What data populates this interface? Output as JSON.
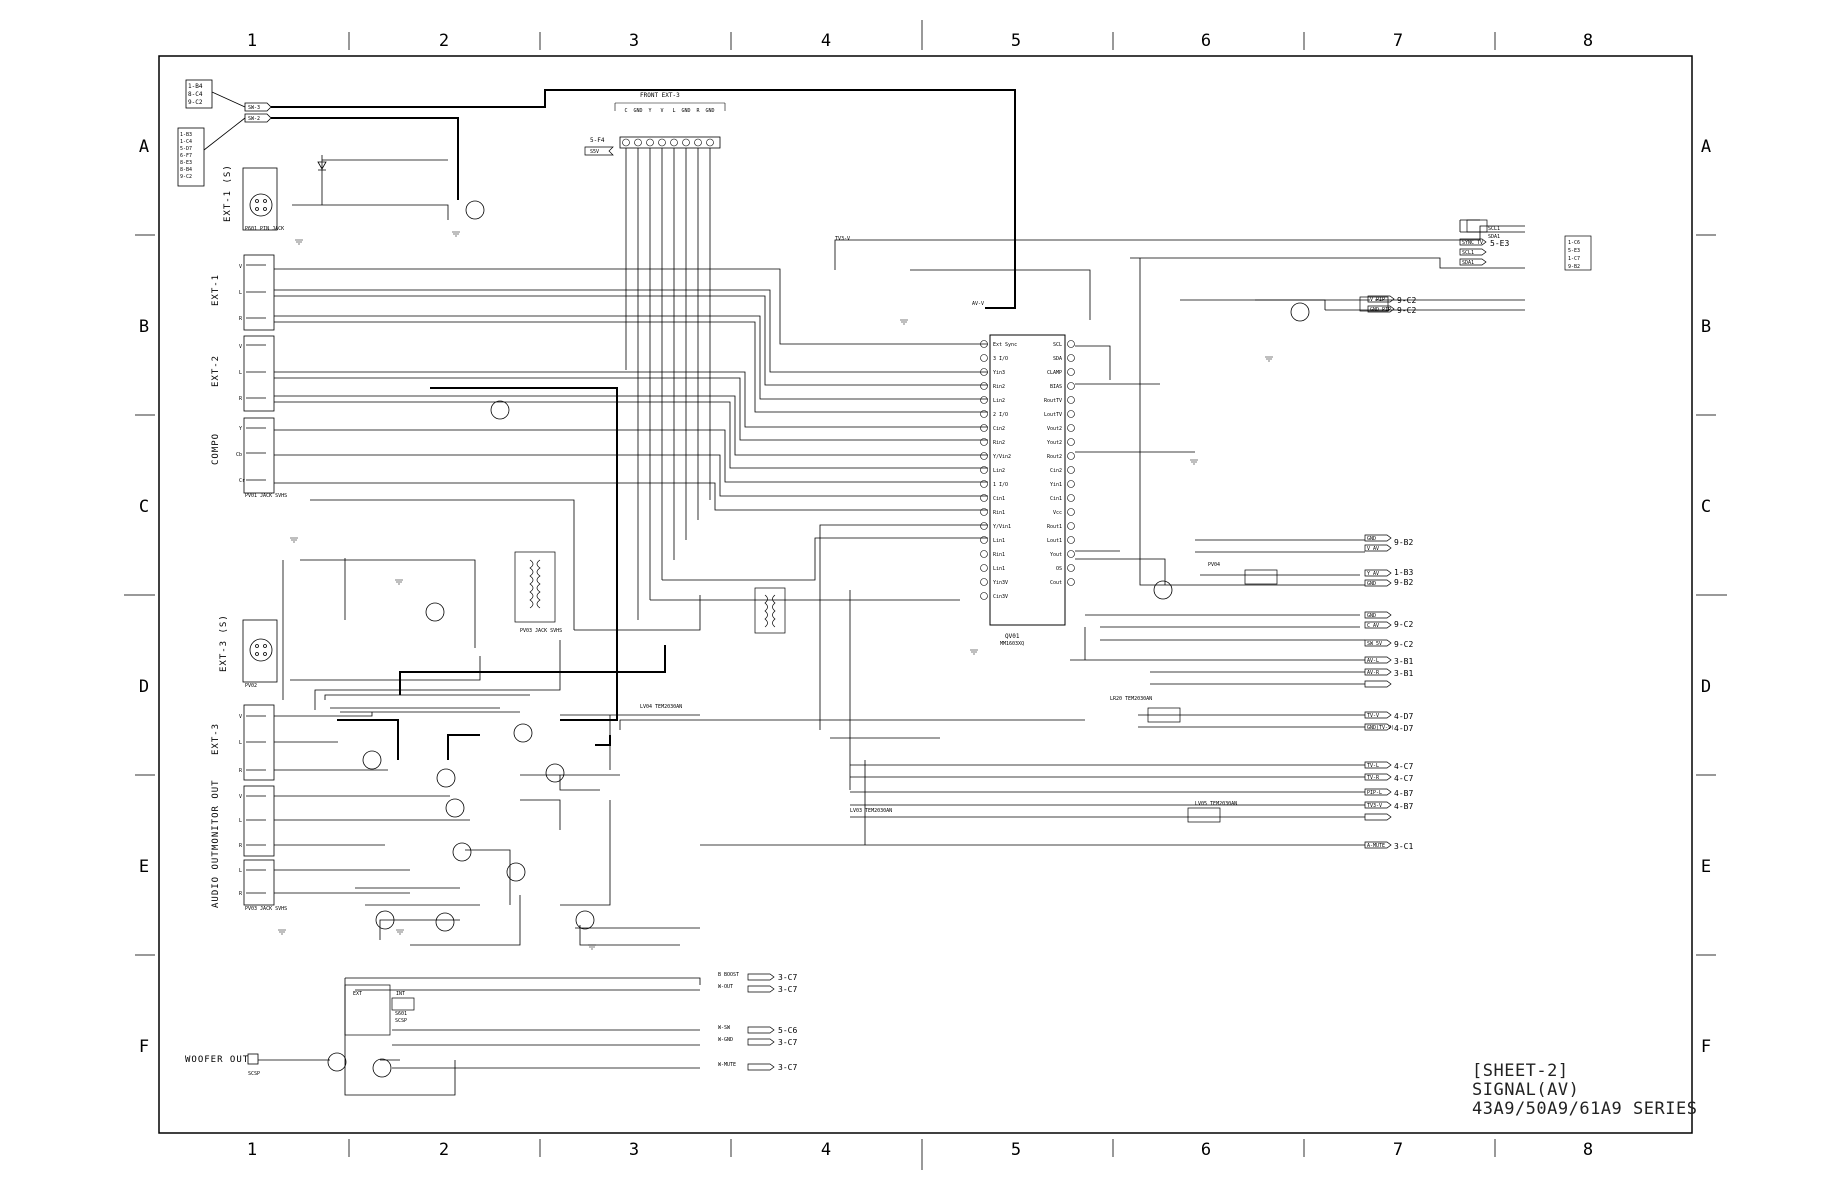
{
  "grid": {
    "columns": [
      "1",
      "2",
      "3",
      "4",
      "5",
      "6",
      "7",
      "8"
    ],
    "rows": [
      "A",
      "B",
      "C",
      "D",
      "E",
      "F"
    ]
  },
  "title_block": {
    "sheet": "[SHEET-2]",
    "name": "SIGNAL(AV)",
    "series": "43A9/50A9/61A9 SERIES"
  },
  "connectors": {
    "ext1s": "EXT-1 (S)",
    "ext1": "EXT-1",
    "ext2": "EXT-2",
    "compo": "COMPO",
    "ext3s": "EXT-3 (S)",
    "ext3": "EXT-3",
    "monitor_out": "MONITOR OUT",
    "audio_out": "AUDIO OUT",
    "woofer_out": "WOOFER OUT",
    "front_ext3": "FRONT EXT-3"
  },
  "front_pins": [
    "C",
    "GND",
    "Y",
    "V",
    "L",
    "GND",
    "R",
    "GND"
  ],
  "top_refs": {
    "box1": [
      "1-B4",
      "8-C4",
      "9-C2"
    ],
    "box2": [
      "1-B3",
      "1-C4",
      "5-D7",
      "6-F7",
      "8-E3",
      "8-B4",
      "9-C2"
    ],
    "f4": "5-F4",
    "sw3": "SW-3",
    "sw2": "SW-2",
    "s5v": "S5V"
  },
  "ic": {
    "name": "QV01",
    "part": "MM1603XQ",
    "left_pins": [
      "Ext Sync",
      "3 I/O",
      "Yin3",
      "Rin2",
      "Lin2",
      "2 I/O",
      "Cin2",
      "Rin2",
      "Y/Vin2",
      "Lin2",
      "1 I/O",
      "Cin1",
      "Rin1",
      "Y/Vin1",
      "Lin1",
      "Rin1",
      "Lin1",
      "Yin3V",
      "Cin3V"
    ],
    "right_pins": [
      "SCL",
      "SDA",
      "CLAMP",
      "BIAS",
      "RoutTV",
      "LoutTV",
      "Vout2",
      "Yout2",
      "Rout2",
      "Cin2",
      "Yin1",
      "Cin1",
      "Vcc",
      "Rout1",
      "Lout1",
      "Yout",
      "OS",
      "Cout"
    ]
  },
  "right_refs": [
    {
      "signal": "SYNC TV",
      "ref": "5-E3"
    },
    {
      "signal": "SCL1",
      "ref": ""
    },
    {
      "signal": "SDA1",
      "ref": ""
    },
    {
      "signal": "V PIP",
      "ref": "9-C2"
    },
    {
      "signal": "GND PIP",
      "ref": "9-C2"
    },
    {
      "signal": "GND",
      "ref": "9-B2"
    },
    {
      "signal": "V AV",
      "ref": "9-B2"
    },
    {
      "signal": "Y AV",
      "ref": "1-B3"
    },
    {
      "signal": "GND",
      "ref": "9-B2"
    },
    {
      "signal": "GND",
      "ref": "9-C2"
    },
    {
      "signal": "C AV",
      "ref": "9-C2"
    },
    {
      "signal": "SW 5V",
      "ref": "9-C2"
    },
    {
      "signal": "AV-L",
      "ref": "3-B1"
    },
    {
      "signal": "AV-R",
      "ref": "3-B1"
    },
    {
      "signal": "TV-V",
      "ref": "4-D7"
    },
    {
      "signal": "GND(TV-V)",
      "ref": "4-D7"
    },
    {
      "signal": "TV-L",
      "ref": "4-C7"
    },
    {
      "signal": "TV-R",
      "ref": "4-C7"
    },
    {
      "signal": "PIP-L",
      "ref": "4-B7"
    },
    {
      "signal": "TV3-V",
      "ref": "4-B7"
    },
    {
      "signal": "A-MUTE",
      "ref": "3-C1"
    }
  ],
  "bottom_refs": [
    {
      "signal": "B BOOST",
      "ref": "3-C7"
    },
    {
      "signal": "W-OUT",
      "ref": "3-C7"
    },
    {
      "signal": "W-SW",
      "ref": "5-C6"
    },
    {
      "signal": "W-GND",
      "ref": "3-C7"
    },
    {
      "signal": "W-MUTE",
      "ref": "3-C7"
    }
  ],
  "misc_labels": [
    "1-C6",
    "5-E3",
    "1-C7",
    "9-B2",
    "SCL1",
    "SDA1",
    "EXT",
    "INT",
    "S601",
    "SCSP",
    "P601 PIN JACK",
    "PV01 JACK SVHS",
    "PV02",
    "PV03 JACK SVHS",
    "PV04",
    "LR20 TEM2030AN",
    "LV05 TEM2030AN",
    "LV03 TEM2030AN",
    "LV04 TEM2030AN",
    "TV3-V",
    "AV-V",
    "SW_2",
    "SW-3"
  ]
}
